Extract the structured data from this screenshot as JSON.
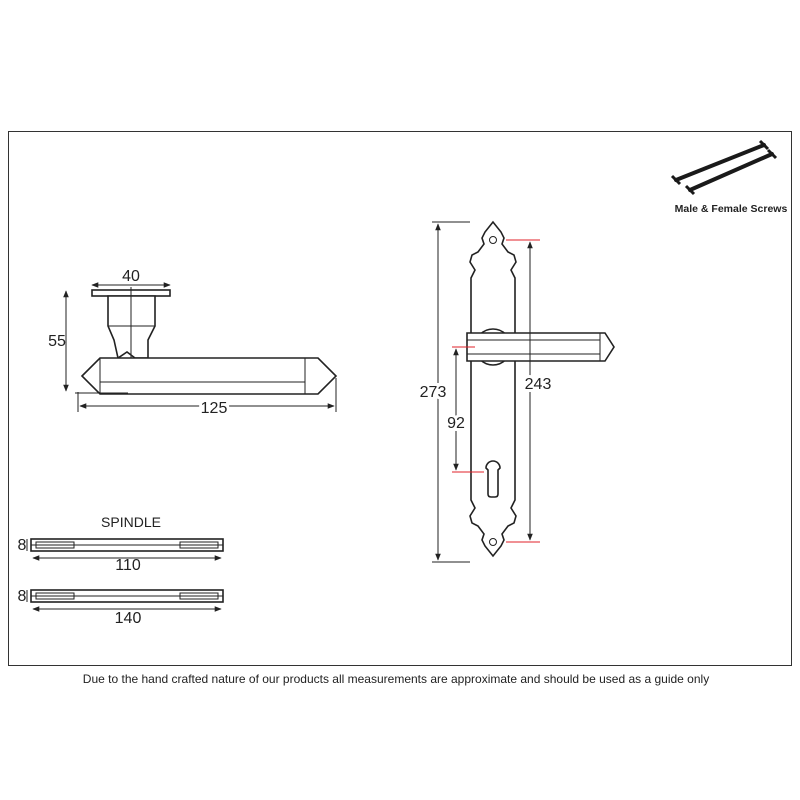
{
  "lever": {
    "dim_width": "40",
    "dim_height": "55",
    "dim_projection": "125"
  },
  "spindle": {
    "title": "SPINDLE",
    "short": {
      "thickness": "8",
      "length": "110"
    },
    "long": {
      "thickness": "8",
      "length": "140"
    }
  },
  "backplate": {
    "dim_total_height": "273",
    "dim_fixing_centres": "243",
    "dim_lever_to_keyhole": "92"
  },
  "screws": {
    "caption": "Male & Female Screws"
  },
  "footer": {
    "disclaimer": "Due to the hand crafted nature of our products all measurements are approximate and should be used as a guide only"
  },
  "colors": {
    "line": "#222222",
    "highlight": "#e0202a",
    "background": "#ffffff"
  }
}
